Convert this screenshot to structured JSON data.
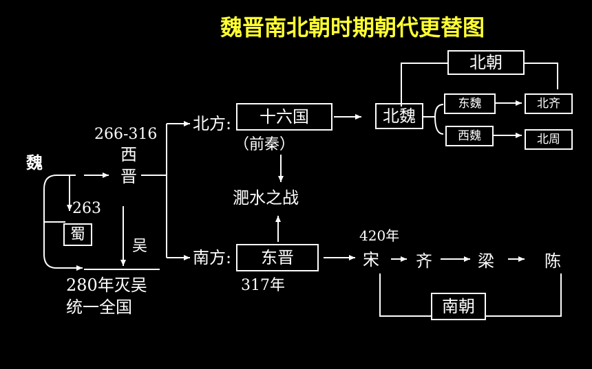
{
  "title": "魏晋南北朝时期朝代更替图",
  "left": {
    "wei": "魏",
    "shu": "蜀",
    "year_263": "263",
    "wu": "吴",
    "years_jin": "266-316",
    "xi": "西",
    "jin": "晋",
    "unify_line1": "280年灭吴",
    "unify_line2": "统一全国"
  },
  "north": {
    "label": "北方:",
    "sixteen_kingdoms": "十六国",
    "qianqin": "（前秦）",
    "northern_wei": "北魏",
    "eastern_wei": "东魏",
    "western_wei": "西魏",
    "northern_qi": "北齐",
    "northern_zhou": "北周",
    "northern_dynasties": "北朝"
  },
  "battle": "淝水之战",
  "south": {
    "label": "南方:",
    "eastern_jin": "东晋",
    "year_317": "317年",
    "year_420": "420年",
    "song": "宋",
    "qi": "齐",
    "liang": "梁",
    "chen": "陈",
    "southern_dynasties": "南朝"
  },
  "colors": {
    "background": "#000000",
    "line": "#ffffff",
    "highlight": "#ffff33"
  }
}
